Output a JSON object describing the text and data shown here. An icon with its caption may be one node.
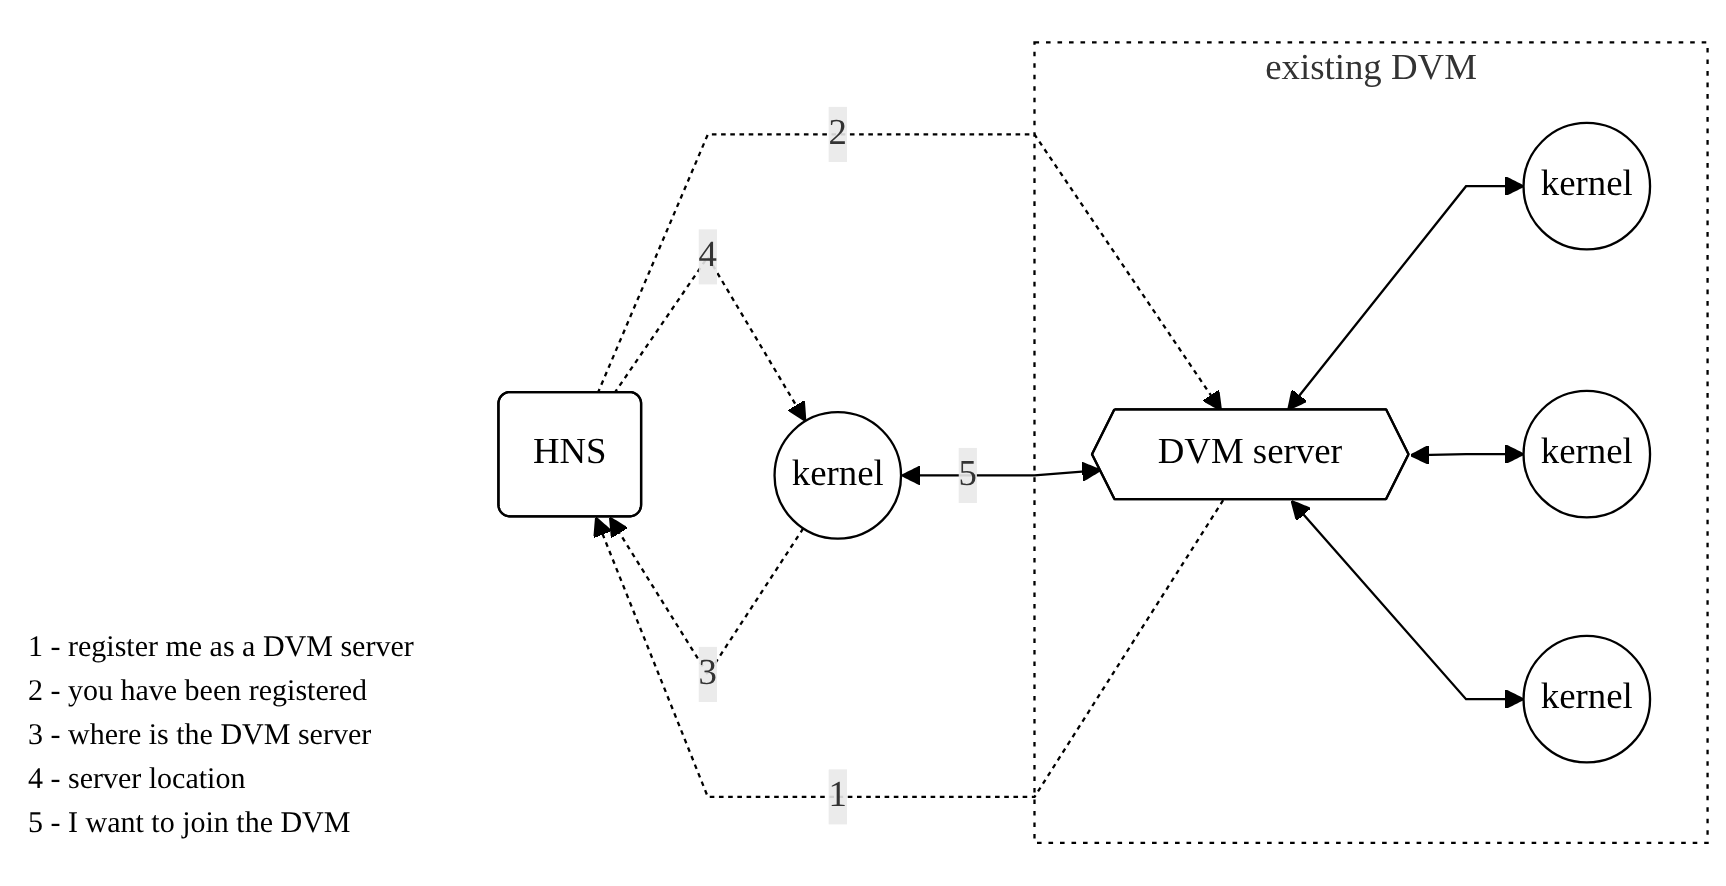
{
  "diagram": {
    "nodes": [
      {
        "text": [
          "HNS"
        ]
      },
      {
        "text": [
          "existing DVM"
        ]
      },
      {
        "text": [
          "kernel"
        ]
      },
      {
        "text": [
          "DVM server"
        ],
        "in": 1
      },
      {
        "text": [
          "kernel"
        ],
        "in": 1
      },
      {
        "text": [
          "kernel"
        ],
        "in": 1
      },
      {
        "text": [
          "kernel"
        ],
        "in": 1
      }
    ],
    "edges": [
      {
        "from": 3,
        "to": 0,
        "arrow": "to",
        "style": "dashed",
        "label": "1"
      },
      {
        "from": 0,
        "to": 3,
        "arrow": "to",
        "style": "dashed",
        "label": "2"
      },
      {
        "from": 2,
        "to": 0,
        "arrow": "to",
        "style": "dashed",
        "label": "3"
      },
      {
        "from": 0,
        "to": 2,
        "arrow": "to",
        "style": "dashed",
        "label": "4"
      },
      {
        "from": 2,
        "to": 3,
        "arrow": "both",
        "label": "5"
      },
      {
        "from": 3,
        "to": 4,
        "arrow": "both"
      },
      {
        "from": 3,
        "to": 5,
        "arrow": "both"
      },
      {
        "from": 3,
        "to": 6,
        "arrow": "both"
      }
    ],
    "labels": [
      "1 - register me as a DVM server",
      "2 - you have been registered",
      "3 - where is the DVM server",
      "4 - server location",
      "5 - I want to join the DVM"
    ]
  }
}
